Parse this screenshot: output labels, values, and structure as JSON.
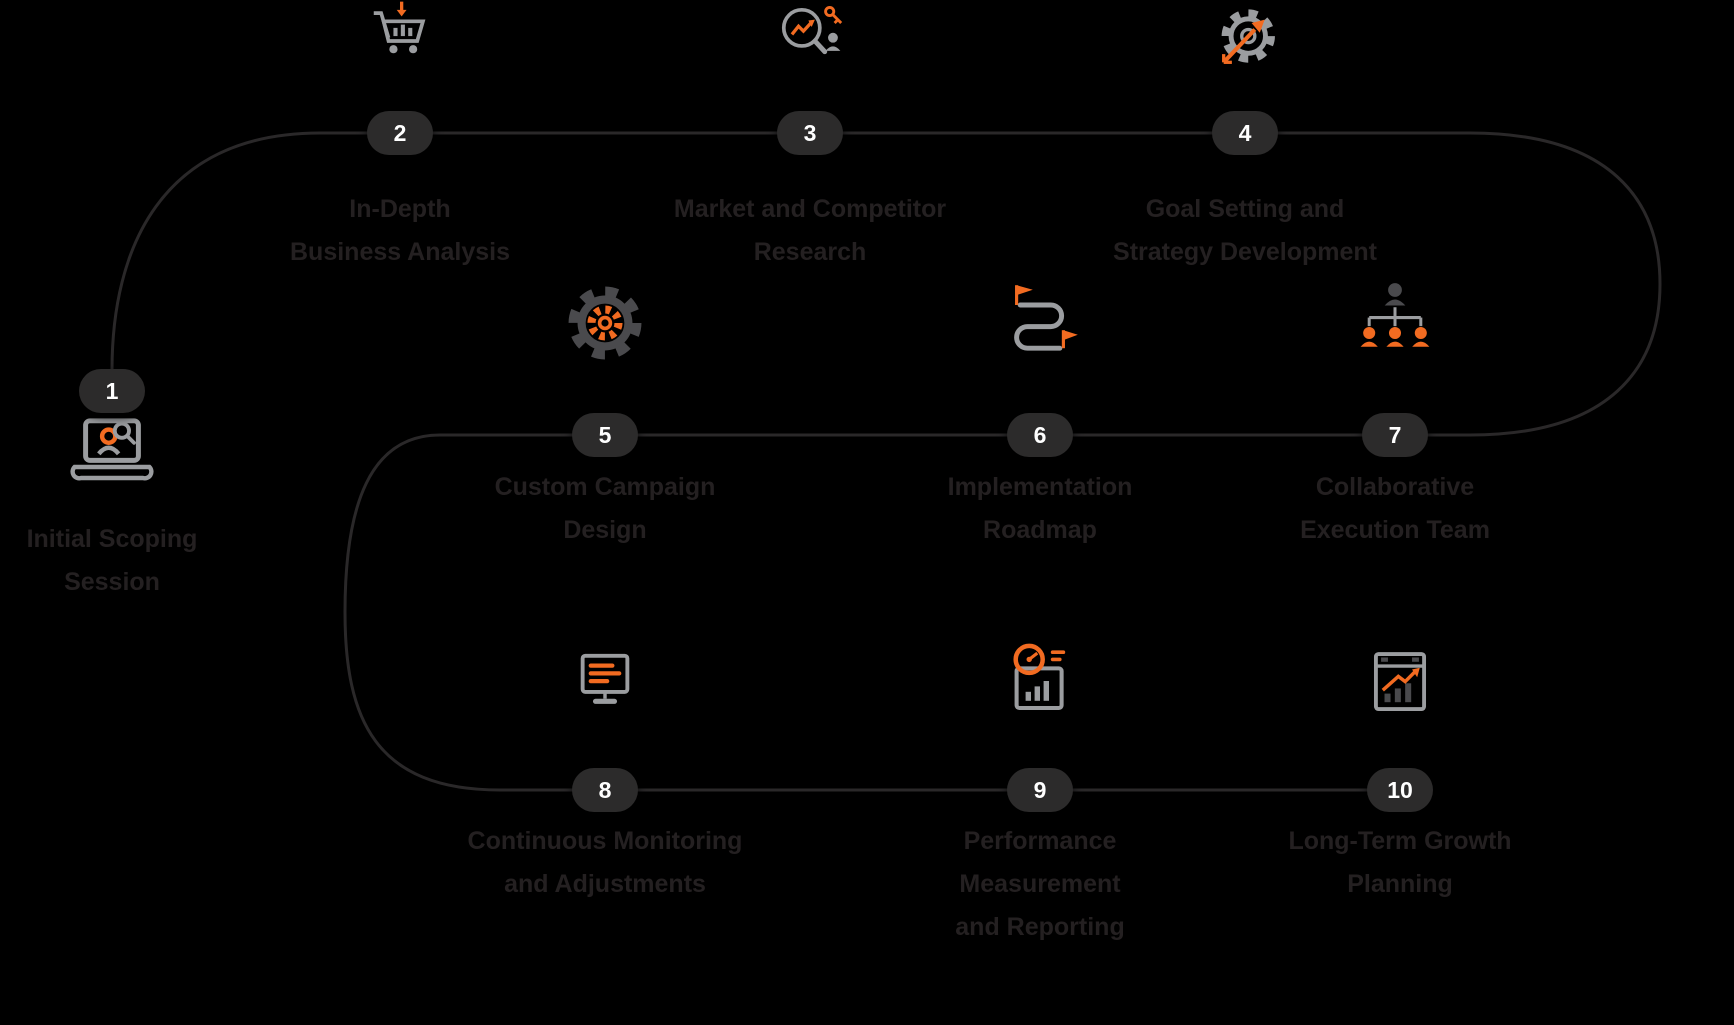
{
  "colors": {
    "background": "#000000",
    "accent_orange": "#F26B21",
    "icon_gray": "#9B9DA0",
    "icon_dark_gray": "#4A4A4D",
    "chip_background": "#2C2B2B",
    "chip_number": "#FFFFFF",
    "connector": "#2A2829",
    "label_text": "#242021"
  },
  "steps": [
    {
      "number": "1",
      "icon": "laptop-search-icon",
      "label_lines": [
        "Initial Scoping",
        "Session"
      ]
    },
    {
      "number": "2",
      "icon": "cart-analytics-icon",
      "label_lines": [
        "In-Depth",
        "Business Analysis"
      ]
    },
    {
      "number": "3",
      "icon": "market-research-icon",
      "label_lines": [
        "Market and Competitor",
        "Research"
      ]
    },
    {
      "number": "4",
      "icon": "goal-strategy-icon",
      "label_lines": [
        "Goal Setting and",
        "Strategy Development"
      ]
    },
    {
      "number": "5",
      "icon": "custom-design-gear-icon",
      "label_lines": [
        "Custom Campaign",
        "Design"
      ]
    },
    {
      "number": "6",
      "icon": "roadmap-flags-icon",
      "label_lines": [
        "Implementation",
        "Roadmap"
      ]
    },
    {
      "number": "7",
      "icon": "team-orgchart-icon",
      "label_lines": [
        "Collaborative",
        "Execution Team"
      ]
    },
    {
      "number": "8",
      "icon": "monitoring-screen-icon",
      "label_lines": [
        "Continuous Monitoring",
        "and Adjustments"
      ]
    },
    {
      "number": "9",
      "icon": "performance-dashboard-icon",
      "label_lines": [
        "Performance",
        "Measurement",
        "and Reporting"
      ]
    },
    {
      "number": "10",
      "icon": "growth-planning-icon",
      "label_lines": [
        "Long-Term Growth",
        "Planning"
      ]
    }
  ]
}
